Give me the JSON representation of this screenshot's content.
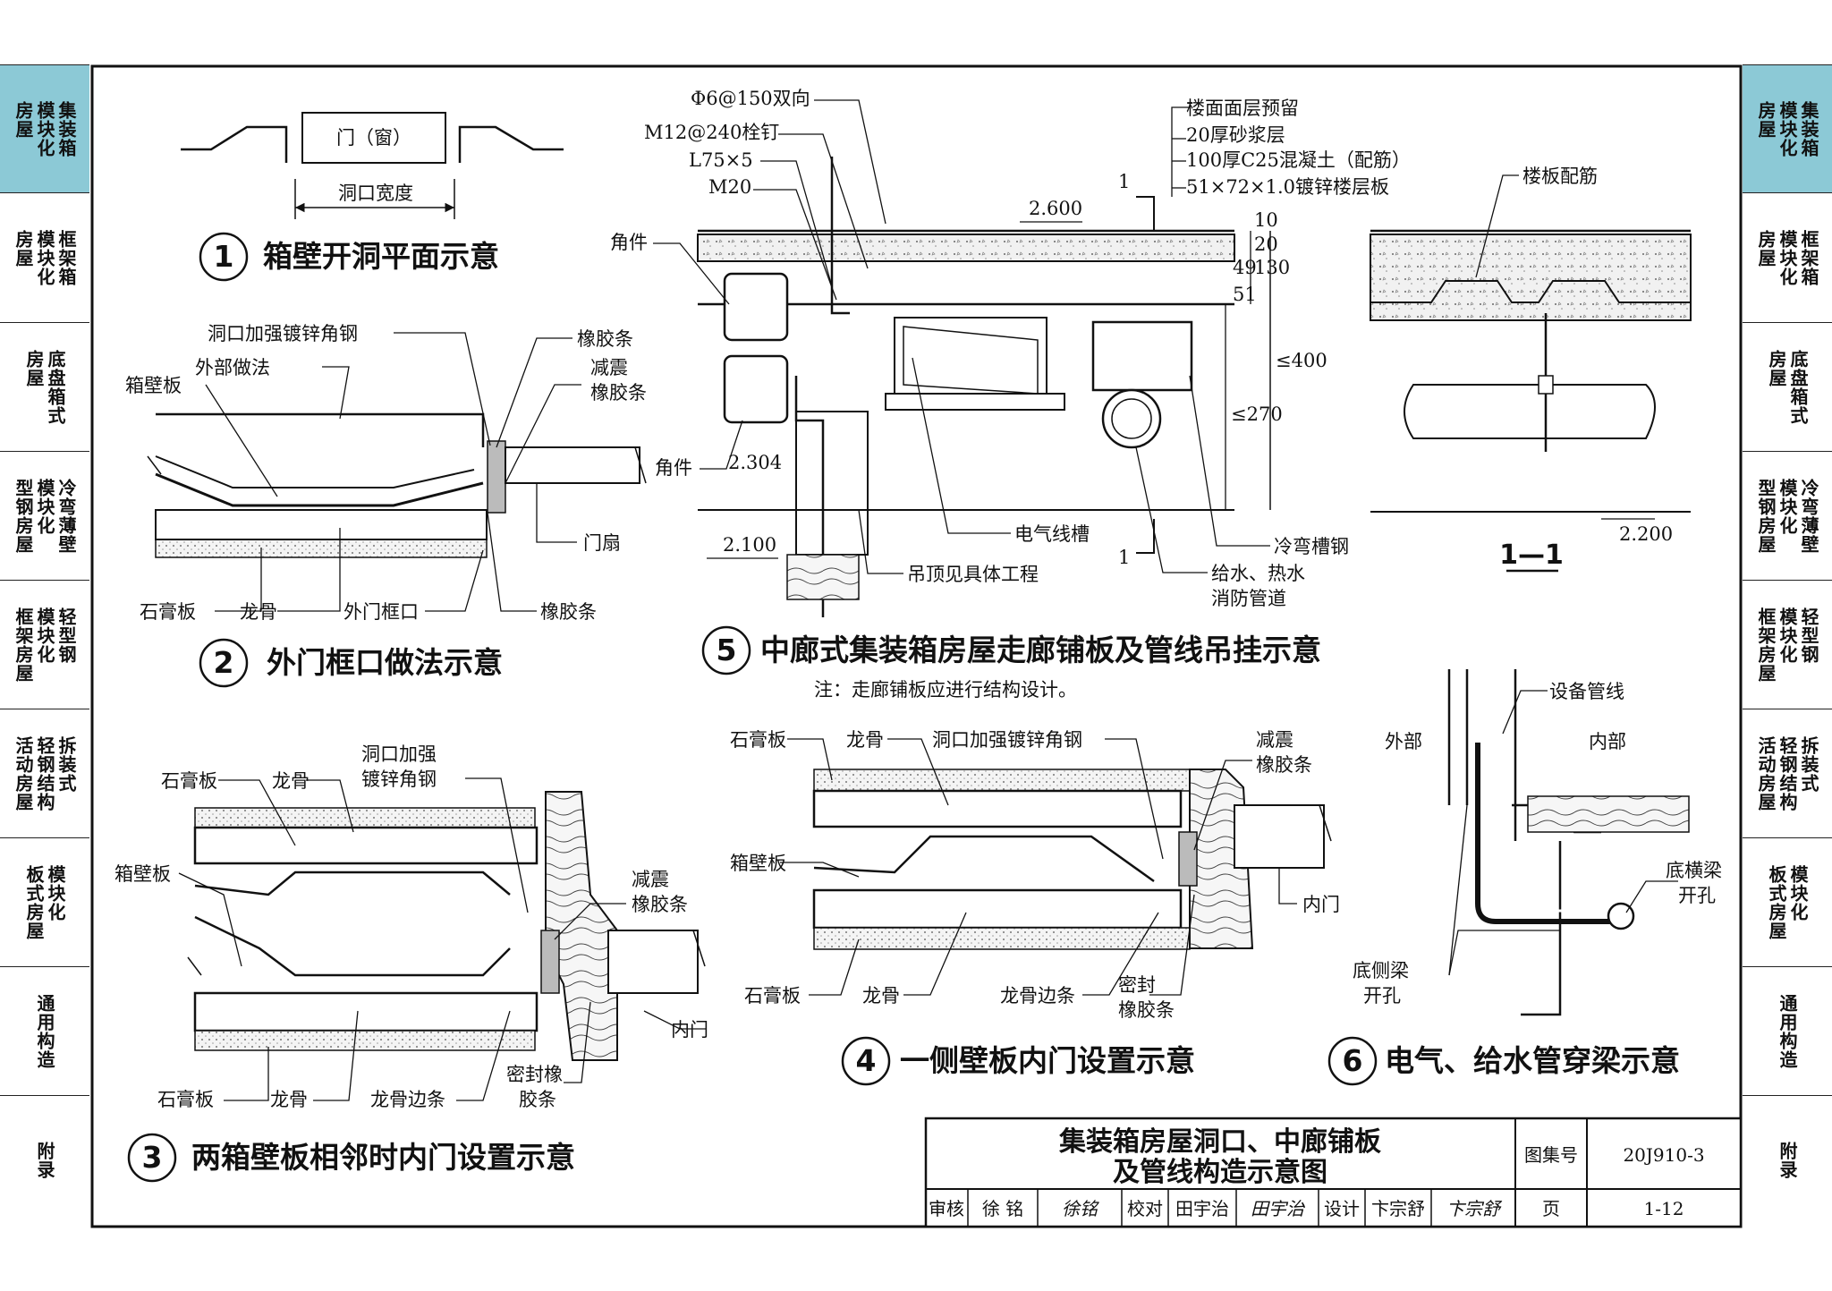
{
  "sidebar_left": [
    {
      "label": "集装箱\n模块化\n房屋",
      "active": true
    },
    {
      "label": "框架箱\n模块化\n房屋"
    },
    {
      "label": "底盘箱式\n房屋"
    },
    {
      "label": "冷弯薄壁\n模块化\n型钢房屋"
    },
    {
      "label": "轻型钢\n模块化\n框架房屋"
    },
    {
      "label": "拆装式\n轻钢结构\n活动房屋"
    },
    {
      "label": "模块化\n板式房屋"
    },
    {
      "label": "通用构造"
    },
    {
      "label": "附录"
    }
  ],
  "sidebar_right": [
    {
      "label": "集装箱\n模块化\n房屋",
      "active": true
    },
    {
      "label": "框架箱\n模块化\n房屋"
    },
    {
      "label": "底盘箱式\n房屋"
    },
    {
      "label": "冷弯薄壁\n模块化\n型钢房屋"
    },
    {
      "label": "轻型钢\n模块化\n框架房屋"
    },
    {
      "label": "拆装式\n轻钢结构\n活动房屋"
    },
    {
      "label": "模块化\n板式房屋"
    },
    {
      "label": "通用构造"
    },
    {
      "label": "附录"
    }
  ],
  "colors": {
    "tab_active": "#8cc9d6",
    "line": "#111111",
    "gypsum": "#e3e3e3",
    "wood": "#f2f2f2"
  },
  "detail1": {
    "num": "1",
    "title": "箱壁开洞平面示意",
    "door": "门（窗）",
    "width": "洞口宽度"
  },
  "detail2": {
    "num": "2",
    "title": "外门框口做法示意",
    "labels": {
      "reinforce": "洞口加强镀锌角钢",
      "exterior": "外部做法",
      "wallboard": "箱壁板",
      "rubber": "橡胶条",
      "damping1": "减震",
      "damping2": "橡胶条",
      "leaf": "门扇",
      "gypsum": "石膏板",
      "keel": "龙骨",
      "frame": "外门框口",
      "rubber2": "橡胶条"
    }
  },
  "detail3": {
    "num": "3",
    "title": "两箱壁板相邻时内门设置示意",
    "labels": {
      "gypsum": "石膏板",
      "keel": "龙骨",
      "reinforce1": "洞口加强",
      "reinforce2": "镀锌角钢",
      "wallboard": "箱壁板",
      "damping1": "减震",
      "damping2": "橡胶条",
      "door": "内门",
      "gypsum2": "石膏板",
      "keel2": "龙骨",
      "keel_edge": "龙骨边条",
      "seal1": "密封橡",
      "seal2": "胶条"
    }
  },
  "detail4": {
    "num": "4",
    "title": "一侧壁板内门设置示意",
    "labels": {
      "gypsum": "石膏板",
      "keel": "龙骨",
      "reinforce": "洞口加强镀锌角钢",
      "damping1": "减震",
      "damping2": "橡胶条",
      "wallboard": "箱壁板",
      "door": "内门",
      "gypsum2": "石膏板",
      "keel2": "龙骨",
      "keel_edge": "龙骨边条",
      "seal1": "密封",
      "seal2": "橡胶条"
    }
  },
  "detail5": {
    "num": "5",
    "title": "中廊式集装箱房屋走廊铺板及管线吊挂示意",
    "note": "注：走廊铺板应进行结构设计。",
    "labels": {
      "rebar": "Φ6@150双向",
      "stud": "M12@240栓钉",
      "angle": "L75×5",
      "bolt": "M20",
      "corner1": "角件",
      "corner2": "角件",
      "layers": [
        "楼面面层预留",
        "20厚砂浆层",
        "100厚C25混凝土（配筋）",
        "51×72×1.0镀锌楼层板"
      ],
      "el_top": "2.600",
      "el_mid": "2.304",
      "el_low": "2.100",
      "dims": [
        "10",
        "20",
        "49",
        "130",
        "51"
      ],
      "d270": "≤270",
      "d400": "≤400",
      "trough": "电气线槽",
      "ceiling": "吊顶见具体工程",
      "channel": "冷弯槽钢",
      "pipe1": "给水、热水",
      "pipe2": "消防管道",
      "sec": "1"
    }
  },
  "section11": {
    "title": "1—1",
    "rebar": "楼板配筋",
    "el": "2.200"
  },
  "detail6": {
    "num": "6",
    "title": "电气、给水管穿梁示意",
    "labels": {
      "outside": "外部",
      "inside": "内部",
      "pipe": "设备管线",
      "bottom_beam1": "底横梁",
      "bottom_beam2": "开孔",
      "side_beam1": "底侧梁",
      "side_beam2": "开孔"
    }
  },
  "titleblock": {
    "title1": "集装箱房屋洞口、中廊铺板",
    "title2": "及管线构造示意图",
    "atlas_label": "图集号",
    "atlas_no": "20J910-3",
    "review_label": "审核",
    "reviewer": "徐 铭",
    "review_sig": "徐铭",
    "check_label": "校对",
    "checker": "田宇治",
    "check_sig": "田宇治",
    "design_label": "设计",
    "designer": "卞宗舒",
    "design_sig": "卞宗舒",
    "page_label": "页",
    "page_no": "1-12"
  }
}
